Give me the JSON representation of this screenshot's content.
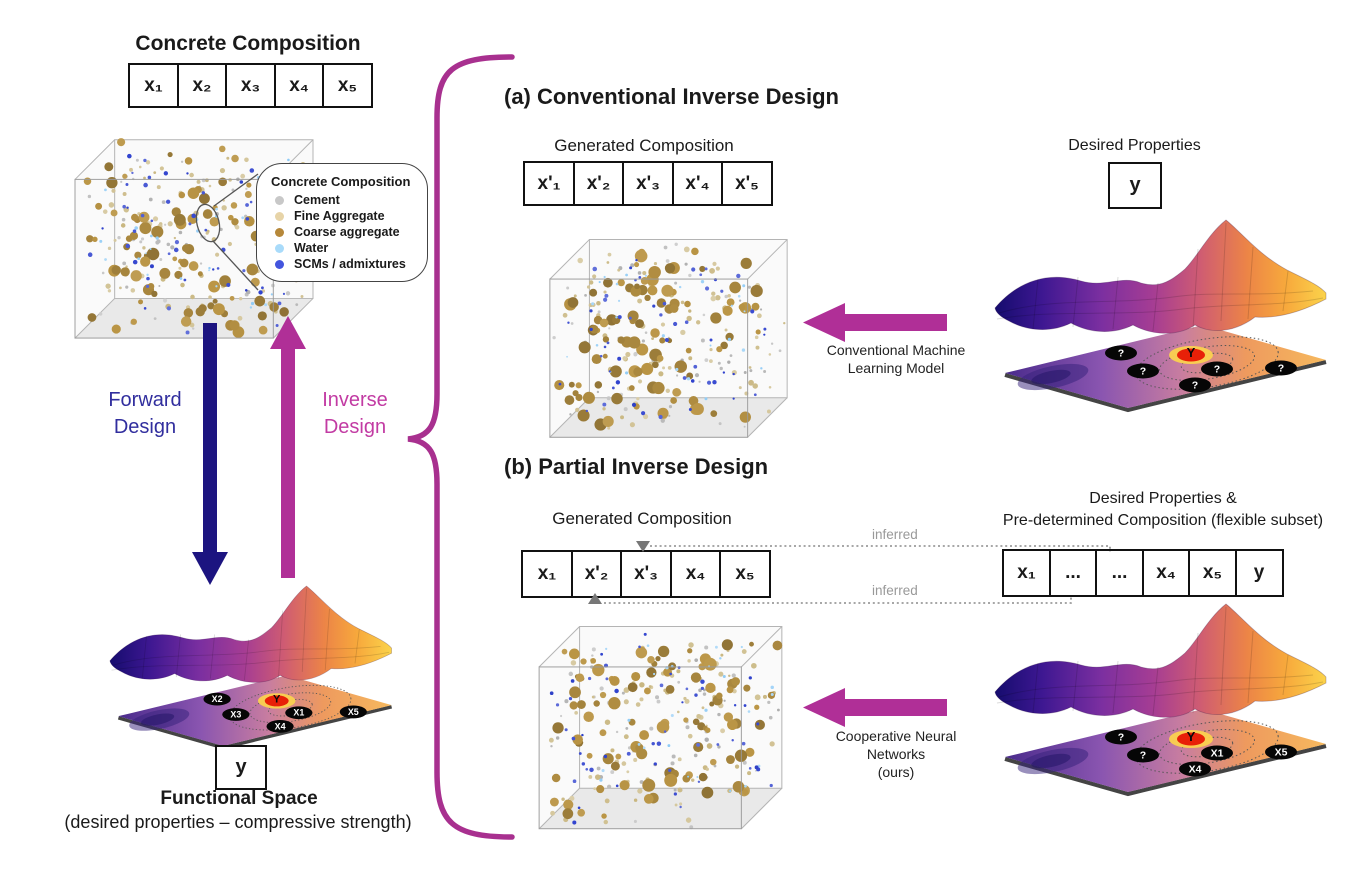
{
  "colors": {
    "navy_arrow": "#1c1480",
    "magenta_arrow": "#b02f97",
    "brace": "#a8308f",
    "forward_label_color": "#312e9e",
    "inverse_label_color": "#c23ba3",
    "inferred_color": "#999999",
    "target_red": "#e82008"
  },
  "left_panel": {
    "title": "Concrete Composition",
    "composition_cells": [
      "x₁",
      "x₂",
      "x₃",
      "x₄",
      "x₅"
    ],
    "legend": {
      "title": "Concrete Composition",
      "items": [
        {
          "label": "Cement",
          "color": "#c8c8c8"
        },
        {
          "label": "Fine Aggregate",
          "color": "#e7d4a8"
        },
        {
          "label": "Coarse aggregate",
          "color": "#b6883a"
        },
        {
          "label": "Water",
          "color": "#a9dbfa"
        },
        {
          "label": "SCMs / admixtures",
          "color": "#4355de"
        }
      ]
    },
    "forward_label": "Forward Design",
    "inverse_label": "Inverse Design",
    "target_box": "y",
    "functional_space_title": "Functional Space",
    "functional_space_subtitle": "(desired properties – compressive strength)",
    "surface": {
      "target": "Y",
      "points": [
        "X2",
        "X3",
        "X1",
        "X4",
        "X5"
      ]
    }
  },
  "section_a": {
    "title": "(a) Conventional Inverse Design",
    "generated_label": "Generated Composition",
    "generated_cells": [
      "x'₁",
      "x'₂",
      "x'₃",
      "x'₄",
      "x'₅"
    ],
    "arrow_caption": "Conventional Machine Learning Model",
    "desired_label": "Desired Properties",
    "desired_box": "y",
    "surface": {
      "target": "Y",
      "points": [
        "?",
        "?",
        "?",
        "?",
        "?"
      ]
    }
  },
  "section_b": {
    "title": "(b) Partial Inverse Design",
    "generated_label": "Generated Composition",
    "generated_cells": [
      "x₁",
      "x'₂",
      "x'₃",
      "x₄",
      "x₅"
    ],
    "desired_label_line1": "Desired Properties &",
    "desired_label_line2": "Pre-determined Composition (flexible subset)",
    "desired_cells": [
      "x₁",
      "...",
      "...",
      "x₄",
      "x₅",
      "y"
    ],
    "inferred_top": "inferred",
    "inferred_bottom": "inferred",
    "arrow_caption": "Cooperative Neural Networks",
    "arrow_caption_note": "(ours)",
    "surface": {
      "target": "Y",
      "points": [
        "?",
        "?",
        "X1",
        "X4",
        "X5"
      ]
    }
  }
}
